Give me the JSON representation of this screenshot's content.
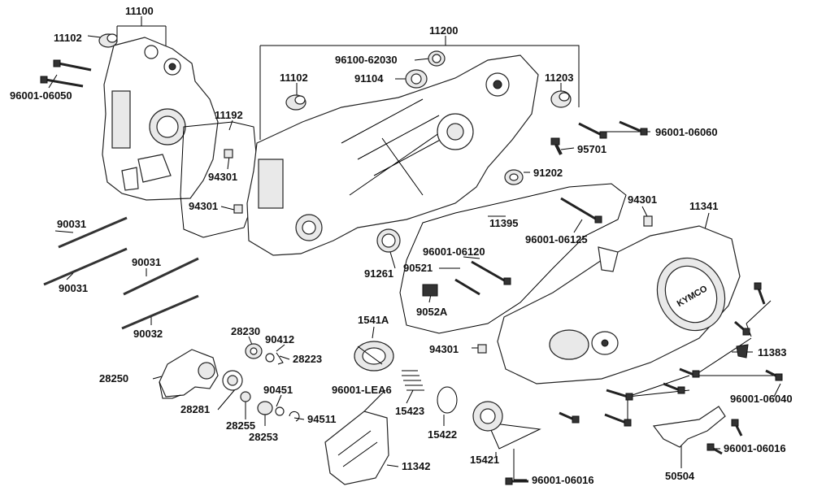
{
  "parts": {
    "p11100": "11100",
    "p11102a": "11102",
    "p96001_06050": "96001-06050",
    "p11192": "11192",
    "p94301a": "94301",
    "p94301b": "94301",
    "p11200": "11200",
    "p96100_62030": "96100-62030",
    "p11102b": "11102",
    "p91104": "91104",
    "p11203": "11203",
    "p96001_06060": "96001-06060",
    "p95701": "95701",
    "p91202": "91202",
    "p94301c": "94301",
    "p11341": "11341",
    "p11395": "11395",
    "p96001_06125": "96001-06125",
    "p96001_06120": "96001-06120",
    "p90521": "90521",
    "p9052A": "9052A",
    "p91261": "91261",
    "p90031a": "90031",
    "p90031b": "90031",
    "p90031c": "90031",
    "p90032": "90032",
    "p28230": "28230",
    "p90412": "90412",
    "p28223": "28223",
    "p1541A": "1541A",
    "p94301d": "94301",
    "p11383": "11383",
    "p28250": "28250",
    "p28281": "28281",
    "p28255": "28255",
    "p90451": "90451",
    "p94511": "94511",
    "p28253": "28253",
    "p96001_LEA6": "96001-LEA6",
    "p15423": "15423",
    "p15422": "15422",
    "p15421": "15421",
    "p96001_06040": "96001-06040",
    "p11342": "11342",
    "p96001_06016a": "96001-06016",
    "p96001_06016b": "96001-06016",
    "p50504": "50504"
  },
  "brand_on_cover": "KYMCO",
  "colors": {
    "ink": "#111111",
    "background": "#ffffff"
  }
}
